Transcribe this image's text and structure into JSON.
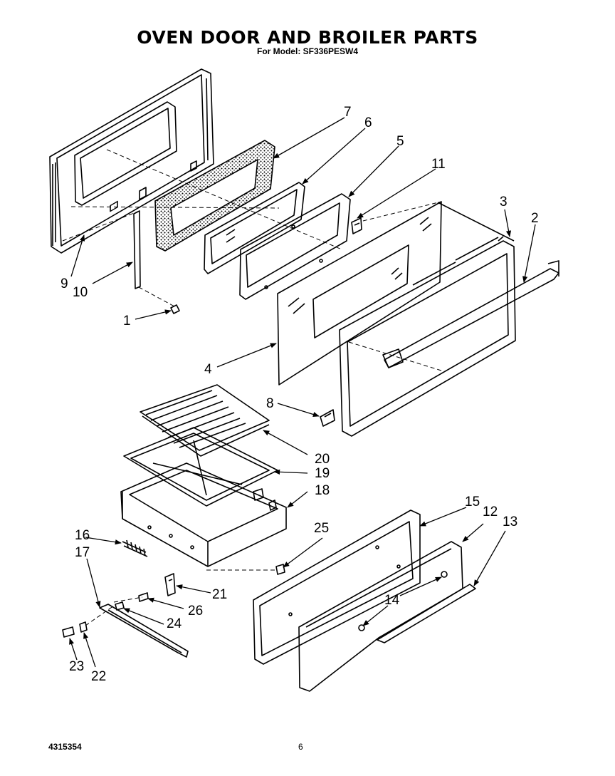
{
  "header": {
    "title": "OVEN DOOR AND BROILER PARTS",
    "subtitle": "For Model: SF336PESW4"
  },
  "footer": {
    "doc_number": "4315354",
    "page_number": "6"
  },
  "callouts": {
    "c1": "1",
    "c2": "2",
    "c3": "3",
    "c4": "4",
    "c5": "5",
    "c6": "6",
    "c7": "7",
    "c8": "8",
    "c9": "9",
    "c10": "10",
    "c11": "11",
    "c12": "12",
    "c13": "13",
    "c14": "14",
    "c15": "15",
    "c16": "16",
    "c17": "17",
    "c18": "18",
    "c19": "19",
    "c20": "20",
    "c21": "21",
    "c22": "22",
    "c23": "23",
    "c24": "24",
    "c25": "25",
    "c26": "26"
  }
}
